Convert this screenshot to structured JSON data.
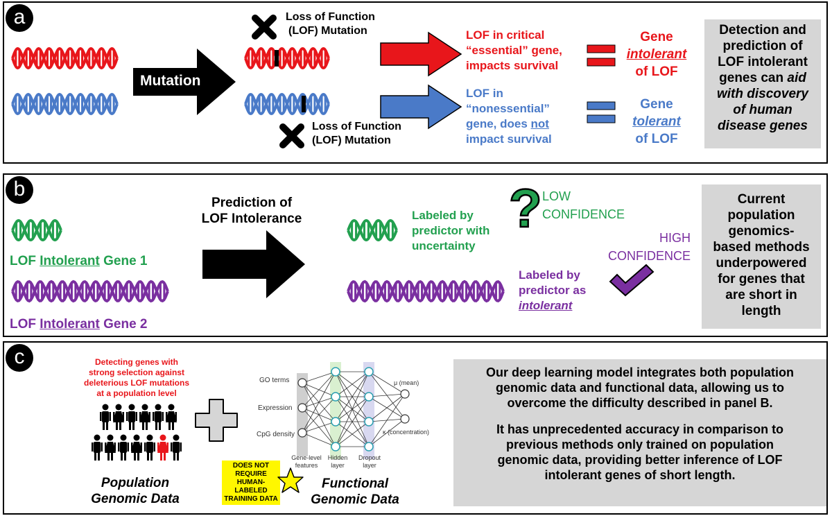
{
  "panel_a": {
    "label": "a",
    "mutation_label": "Mutation",
    "lof_mutation_top": [
      "Loss of Function",
      "(LOF) Mutation"
    ],
    "lof_mutation_bottom": [
      "Loss of Function",
      "(LOF) Mutation"
    ],
    "red_outcome": [
      "LOF in critical",
      "“essential” gene,",
      "impacts survival"
    ],
    "blue_outcome": {
      "line1": "LOF in",
      "line2": "“nonessential”",
      "line3_pre": "gene, does ",
      "line3_u": "not",
      "line4": "impact survival"
    },
    "red_result": {
      "line1": "Gene",
      "line2": "intolerant",
      "line3": "of LOF"
    },
    "blue_result": {
      "line1": "Gene",
      "line2": "tolerant",
      "line3": "of LOF"
    },
    "summary": {
      "l1": "Detection and",
      "l2": "prediction of",
      "l3": "LOF intolerant",
      "l4a": "genes can ",
      "l4b": "aid",
      "l5": "with discovery",
      "l6": "of human",
      "l7": "disease genes"
    },
    "colors": {
      "red": "#e8161b",
      "blue": "#4a7ac8"
    }
  },
  "panel_b": {
    "label": "b",
    "prediction_title": [
      "Prediction of",
      "LOF Intolerance"
    ],
    "gene1": {
      "pre": "LOF ",
      "u": "Intolerant",
      "post": " Gene 1"
    },
    "gene2": {
      "pre": "LOF ",
      "u": "Intolerant",
      "post": " Gene 2"
    },
    "green_label": [
      "Labeled by",
      "predictor with",
      "uncertainty"
    ],
    "low_conf": [
      "LOW",
      "CONFIDENCE"
    ],
    "high_conf": [
      "HIGH",
      "CONFIDENCE"
    ],
    "question_mark": "?",
    "purple_label": {
      "l1": "Labeled by",
      "l2": "predictor as",
      "l3": "intolerant"
    },
    "summary": [
      "Current",
      "population",
      "genomics-",
      "based methods",
      "underpowered",
      "for genes that",
      "are short in",
      "length"
    ],
    "colors": {
      "green": "#22a04f",
      "purple": "#7a2fa0"
    }
  },
  "panel_c": {
    "label": "c",
    "detecting": [
      "Detecting genes with",
      "strong selection against",
      "deleterious LOF mutations",
      "at a population level"
    ],
    "population_caption": [
      "Population",
      "Genomic Data"
    ],
    "functional_caption": [
      "Functional",
      "Genomic Data"
    ],
    "callout": [
      "DOES NOT",
      "REQUIRE",
      "HUMAN-",
      "LABELED",
      "TRAINING DATA"
    ],
    "nn": {
      "inputs": [
        "GO terms",
        "Expression",
        "CpG density"
      ],
      "input_layer": [
        "Gene-level",
        "features"
      ],
      "hidden_layer": [
        "Hidden",
        "layer"
      ],
      "dropout_layer": [
        "Dropout",
        "layer"
      ],
      "out_mean": "μ (mean)",
      "out_conc": "κ (concentration)"
    },
    "summary_p1": [
      "Our deep learning model integrates both population",
      "genomic data and functional data, allowing us to",
      "overcome the difficulty described in panel B."
    ],
    "summary_p2": [
      "It has unprecedented accuracy in comparison to",
      "previous methods only trained on population",
      "genomic data, providing better inference of LOF",
      "intolerant genes of short length."
    ]
  }
}
